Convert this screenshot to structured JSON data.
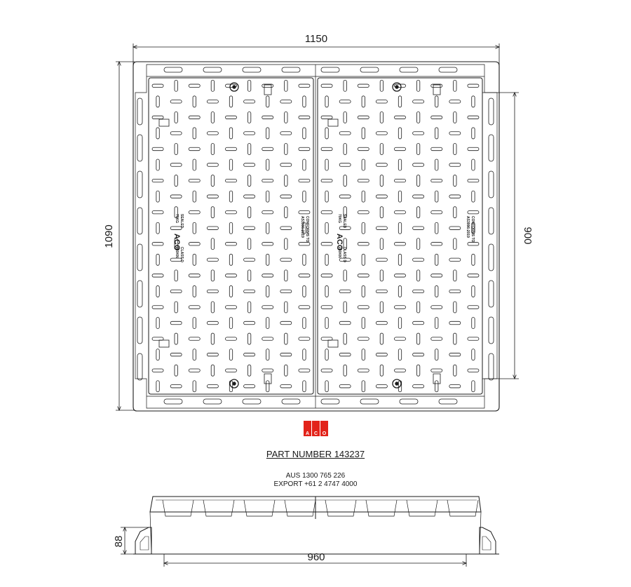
{
  "dimensions": {
    "width": "1150",
    "height": "1090",
    "inner": "900",
    "side_height": "88",
    "side_width": "960"
  },
  "grate_marking": {
    "sealed": "SEALED",
    "load": "70KG",
    "brand": "ACO",
    "class": "CLASS D",
    "rating": "240KN",
    "conforms": "CONFORMS TO",
    "standard": "AS3996:2019"
  },
  "logo": {
    "letters": [
      "A",
      "C",
      "O"
    ],
    "color": "#e2231a"
  },
  "part_number": "PART NUMBER 143237",
  "contact": {
    "aus": "AUS 1300 765 226",
    "export": "EXPORT +61 2 4747 4000"
  },
  "colors": {
    "line": "#1a1a1a",
    "logo": "#e2231a"
  }
}
